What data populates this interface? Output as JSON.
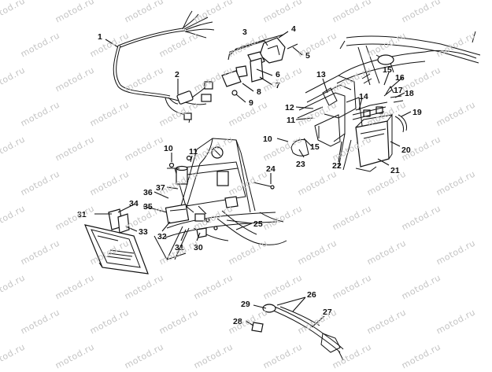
{
  "watermark": "motod.ru",
  "callouts": [
    {
      "id": "c1",
      "text": "1"
    },
    {
      "id": "c2",
      "text": "2"
    },
    {
      "id": "c3",
      "text": "3"
    },
    {
      "id": "c4",
      "text": "4"
    },
    {
      "id": "c5",
      "text": "5"
    },
    {
      "id": "c6",
      "text": "6"
    },
    {
      "id": "c7",
      "text": "7"
    },
    {
      "id": "c8",
      "text": "8"
    },
    {
      "id": "c9",
      "text": "9"
    },
    {
      "id": "c10a",
      "text": "10"
    },
    {
      "id": "c10b",
      "text": "10"
    },
    {
      "id": "c11a",
      "text": "11"
    },
    {
      "id": "c11b",
      "text": "11"
    },
    {
      "id": "c12",
      "text": "12"
    },
    {
      "id": "c13",
      "text": "13"
    },
    {
      "id": "c14",
      "text": "14"
    },
    {
      "id": "c15a",
      "text": "15"
    },
    {
      "id": "c15b",
      "text": "15"
    },
    {
      "id": "c16",
      "text": "16"
    },
    {
      "id": "c17",
      "text": "17"
    },
    {
      "id": "c18",
      "text": "18"
    },
    {
      "id": "c19",
      "text": "19"
    },
    {
      "id": "c20",
      "text": "20"
    },
    {
      "id": "c21",
      "text": "21"
    },
    {
      "id": "c22",
      "text": "22"
    },
    {
      "id": "c23",
      "text": "23"
    },
    {
      "id": "c24",
      "text": "24"
    },
    {
      "id": "c25",
      "text": "25"
    },
    {
      "id": "c26",
      "text": "26"
    },
    {
      "id": "c27",
      "text": "27"
    },
    {
      "id": "c28",
      "text": "28"
    },
    {
      "id": "c29",
      "text": "29"
    },
    {
      "id": "c30",
      "text": "30"
    },
    {
      "id": "c31a",
      "text": "31"
    },
    {
      "id": "c31b",
      "text": "31"
    },
    {
      "id": "c32",
      "text": "32"
    },
    {
      "id": "c33",
      "text": "33"
    },
    {
      "id": "c34",
      "text": "34"
    },
    {
      "id": "c35",
      "text": "35"
    },
    {
      "id": "c36",
      "text": "36"
    },
    {
      "id": "c37",
      "text": "37"
    }
  ]
}
